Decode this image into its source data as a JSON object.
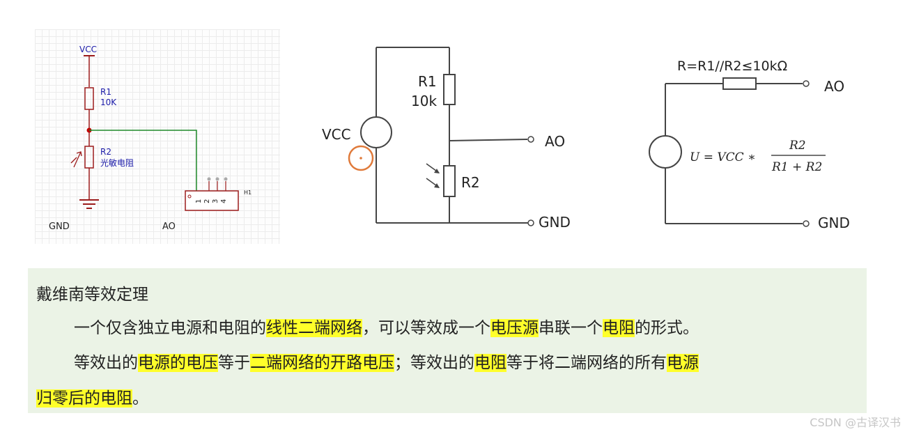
{
  "schematic": {
    "vcc": "VCC",
    "r1_name": "R1",
    "r1_value": "10K",
    "r2_name": "R2",
    "r2_value": "光敏电阻",
    "pins": [
      "1",
      "2",
      "3",
      "4"
    ],
    "header": "H1",
    "gnd": "GND",
    "ao": "AO"
  },
  "divider_circuit": {
    "vcc": "VCC",
    "r1_name": "R1",
    "r1_value": "10k",
    "r2_name": "R2",
    "ao": "AO",
    "gnd": "GND"
  },
  "equivalent_circuit": {
    "resistance": "R=R1//R2≤10kΩ",
    "ao": "AO",
    "gnd": "GND",
    "formula_lhs": "U = VCC ∗",
    "formula_num": "R2",
    "formula_den": "R1 + R2"
  },
  "colors": {
    "highlight": "#ffff2a",
    "note_bg": "#ebf3e6",
    "wire_red": "#9b1b1b",
    "wire_green": "#1f8a2a",
    "label_blue": "#1a1aa8",
    "cursor": "#e07a3a"
  },
  "note": {
    "title": "戴维南等效定理",
    "p1": [
      "一个仅含独立电源和电阻的",
      "线性二端网络",
      "，可以等效成一个",
      "电压源",
      "串联一个",
      "电阻",
      "的形式。"
    ],
    "p2": [
      "等效出的",
      "电源的电压",
      "等于",
      "二端网络的开路电压",
      "；等效出的",
      "电阻",
      "等于将二端网络的所有",
      "电源"
    ],
    "p3": [
      "归零后的电阻",
      "。"
    ]
  },
  "watermark": "CSDN @古译汉书"
}
